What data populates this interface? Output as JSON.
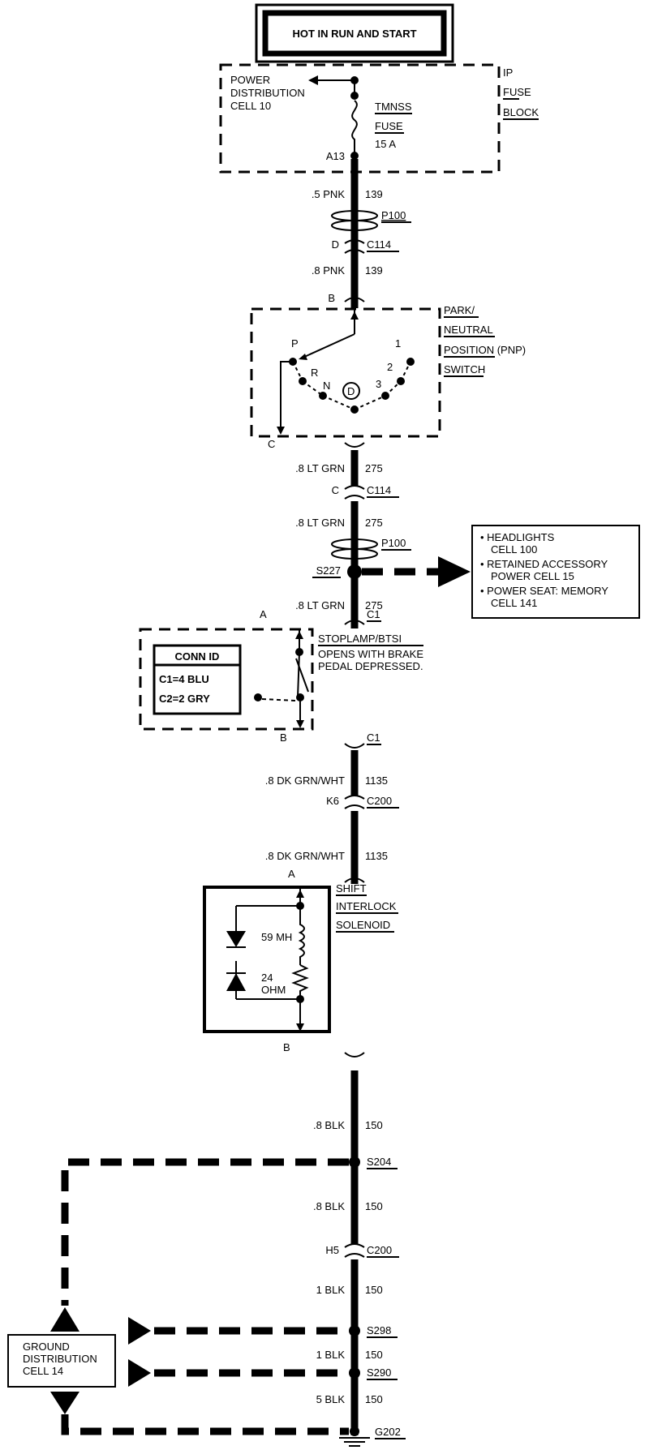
{
  "header": {
    "title": "HOT IN RUN AND START"
  },
  "fuse_block": {
    "name_lines": [
      "IP",
      "FUSE",
      "BLOCK"
    ],
    "power_dist": [
      "POWER",
      "DISTRIBUTION",
      "CELL 10"
    ],
    "fuse_lines": [
      "TMNSS",
      "FUSE",
      "15 A"
    ],
    "pin": "A13"
  },
  "wires": [
    {
      "gauge": ".5 PNK",
      "circuit": "139"
    },
    {
      "gauge": ".8 PNK",
      "circuit": "139"
    },
    {
      "gauge": ".8 LT GRN",
      "circuit": "275"
    },
    {
      "gauge": ".8 LT GRN",
      "circuit": "275"
    },
    {
      "gauge": ".8 LT GRN",
      "circuit": "275"
    },
    {
      "gauge": ".8 DK GRN/WHT",
      "circuit": "1135"
    },
    {
      "gauge": ".8 DK GRN/WHT",
      "circuit": "1135"
    },
    {
      "gauge": ".8 BLK",
      "circuit": "150"
    },
    {
      "gauge": ".8 BLK",
      "circuit": "150"
    },
    {
      "gauge": "1 BLK",
      "circuit": "150"
    },
    {
      "gauge": "1 BLK",
      "circuit": "150"
    },
    {
      "gauge": "5 BLK",
      "circuit": "150"
    }
  ],
  "connectors": {
    "p100_a": "P100",
    "c114_a_pin": "D",
    "c114_a": "C114",
    "pnp_pin_b": "B",
    "pnp_pin_c": "C",
    "c114_b_pin": "C",
    "c114_b": "C114",
    "p100_b": "P100",
    "s227": "S227",
    "stop_pin_a": "A",
    "stop_c1_top": "C1",
    "stop_pin_b": "B",
    "stop_c1_bot": "C1",
    "c200_a_pin": "K6",
    "c200_a": "C200",
    "sol_pin_a": "A",
    "sol_pin_b": "B",
    "s204": "S204",
    "c200_b_pin": "H5",
    "c200_b": "C200",
    "s298": "S298",
    "s290": "S290",
    "g202": "G202"
  },
  "pnp_switch": {
    "name_lines": [
      "PARK/",
      "NEUTRAL",
      "POSITION (PNP)",
      "SWITCH"
    ],
    "positions": [
      "P",
      "R",
      "N",
      "D",
      "3",
      "2",
      "1"
    ]
  },
  "stoplamp": {
    "name": "STOPLAMP/BTSI",
    "desc_lines": [
      "OPENS WITH BRAKE",
      "PEDAL DEPRESSED."
    ],
    "conn_id_title": "CONN ID",
    "conn_id_lines": [
      "C1=4 BLU",
      "C2=2 GRY"
    ]
  },
  "solenoid": {
    "name_lines": [
      "SHIFT",
      "INTERLOCK",
      "SOLENOID"
    ],
    "inductor": "59 MH",
    "resistor_lines": [
      "24",
      "OHM"
    ]
  },
  "reference_box": {
    "lines": [
      "• HEADLIGHTS",
      "CELL 100",
      "• RETAINED ACCESSORY",
      "POWER CELL 15",
      "• POWER SEAT: MEMORY",
      "CELL 141"
    ]
  },
  "ground_box": {
    "lines": [
      "GROUND",
      "DISTRIBUTION",
      "CELL 14"
    ]
  }
}
